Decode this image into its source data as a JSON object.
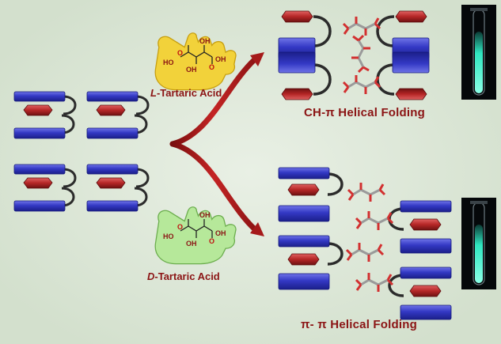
{
  "labels": {
    "l_prefix": "L",
    "l_suffix": "-Tartaric Acid",
    "d_prefix": "D",
    "d_suffix": "-Tartaric Acid",
    "ch_pi": "CH-π Helical Folding",
    "pi_pi": "π- π Helical Folding"
  },
  "structure_atoms": {
    "l_acid": {
      "ho_left": "HO",
      "oh_top": "OH",
      "oh_bottom": "OH",
      "oh_right": "OH",
      "o_left": "O",
      "o_right": "O"
    },
    "d_acid": {
      "ho_left": "HO",
      "oh_top": "OH",
      "oh_bottom": "OH",
      "oh_right": "OH",
      "o_left": "O",
      "o_right": "O"
    }
  },
  "colors": {
    "background": "#dce7d7",
    "blue_bar": "#2a2fb0",
    "red_hex": "#b42626",
    "linker": "#333333",
    "arrow": "#a51a1a",
    "label_red": "#8b1414",
    "l_hand": "#f2d23a",
    "d_hand": "#b6e89a",
    "vial_glow": "#3cf0c8"
  },
  "icons": {
    "l_hand": "yellow-hand-icon",
    "d_hand": "green-hand-icon",
    "vial": "fluorescent-vial-icon"
  }
}
